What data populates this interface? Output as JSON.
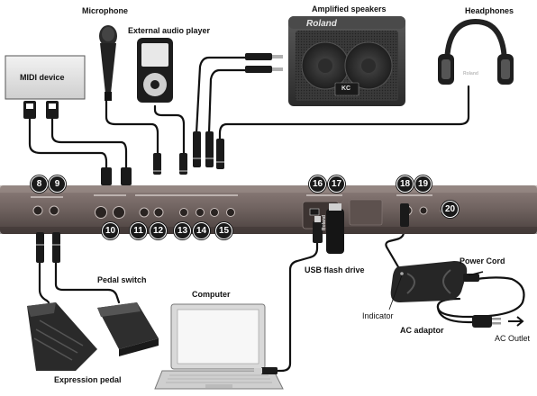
{
  "labels": {
    "microphone": "Microphone",
    "external_audio_player": "External audio player",
    "amplified_speakers": "Amplified speakers",
    "headphones": "Headphones",
    "midi_device": "MIDI device",
    "pedal_switch": "Pedal switch",
    "computer": "Computer",
    "usb_flash_drive": "USB flash drive",
    "power_cord": "Power Cord",
    "indicator": "Indicator",
    "ac_adaptor": "AC adaptor",
    "ac_outlet": "AC Outlet",
    "expression_pedal": "Expression pedal"
  },
  "brand": {
    "speaker_logo": "Roland",
    "speaker_model": "KC",
    "flash_logo": "Roland"
  },
  "callouts": [
    "8",
    "9",
    "10",
    "11",
    "12",
    "13",
    "14",
    "15",
    "16",
    "17",
    "18",
    "19",
    "20"
  ]
}
